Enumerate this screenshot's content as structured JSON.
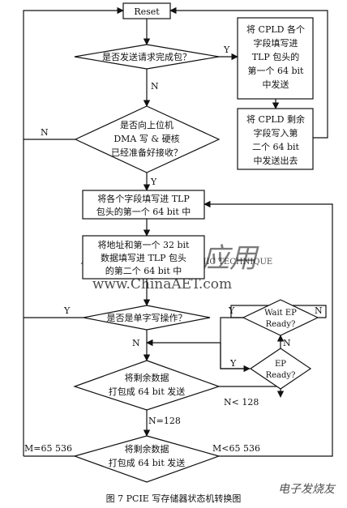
{
  "nodes": {
    "reset": [
      "Reset"
    ],
    "q_send": [
      "是否发送请求完成包？"
    ],
    "fill_cpld": [
      "将 CPLD 各个",
      "字段填写进",
      "TLP 包头的",
      "第一个 64 bit",
      "中发送"
    ],
    "write_remaining": [
      "将 CPLD 剩余",
      "字段写入第",
      "二个 64 bit",
      "中发送出去"
    ],
    "q_ready": [
      "是否向上位机",
      "DMA 写 & 硬核",
      "已经准备好接收？"
    ],
    "fill_fields": [
      "将各个字段填写进 TLP",
      "包头的第一个 64 bit 中"
    ],
    "fill_address": [
      "将地址和第一个 32 bit",
      "数据填写进 TLP 包头",
      "的第二个 64 bit 中"
    ],
    "q_single": [
      "是否是单字写操作？"
    ],
    "wait_ep": [
      "Wait EP",
      "Ready?"
    ],
    "ep_ready": [
      "EP",
      "Ready?"
    ],
    "pack_1": [
      "将剩余数据",
      "打包成 64 bit 发送"
    ],
    "pack_2": [
      "将剩余数据",
      "打包成 64 bit 发送"
    ]
  },
  "edge_labels": {
    "y_send": "Y",
    "n_send": "N",
    "n_ready": "N",
    "y_ready": "Y",
    "y_single": "Y",
    "n_single": "N",
    "y_wait": "Y",
    "n_wait": "N",
    "n_ep": "N",
    "y_ep": "Y",
    "n_lt128": "N< 128",
    "n_eq128": "N=128",
    "m_eq": "M=65 536",
    "m_lt": "M<65 536"
  },
  "caption": "图 7   PCIE 写存储器状态机转换图",
  "watermark": {
    "logo_script": "电子技术应用",
    "english": "APPLICATION OF ELECTRONIC TECHNIQUE",
    "url": "www.ChinaAET.com",
    "corner": "电子发烧友"
  }
}
